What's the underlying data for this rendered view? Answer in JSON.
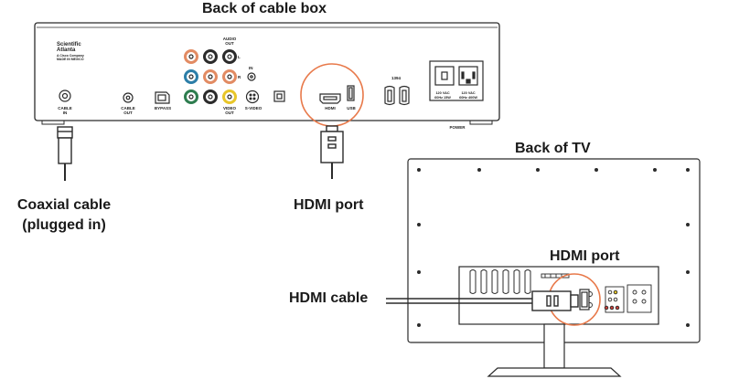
{
  "titles": {
    "box": "Back of cable box",
    "tv": "Back of TV"
  },
  "labels": {
    "coaxial_line1": "Coaxial cable",
    "coaxial_line2": "(plugged in)",
    "hdmi_port_box": "HDMI port",
    "hdmi_port_tv": "HDMI port",
    "hdmi_cable": "HDMI cable"
  },
  "box_panel": {
    "brand": [
      "Scientific",
      "Atlanta"
    ],
    "brand_sub": [
      "A Cisco Company",
      "MADE IN MEXICO"
    ],
    "ports": {
      "cable_in": "CABLE IN",
      "cable_out": "CABLE OUT",
      "bypass": "BYPASS",
      "audio_out": "AUDIO OUT",
      "audio_l": "L",
      "audio_r": "R",
      "in": "IN",
      "video_out": "VIDEO OUT",
      "s_video": "S-VIDEO",
      "hdmi": "HDMI",
      "usb": "USB",
      "ieee1394": "1394",
      "power_left": [
        "120 VAC",
        "60Hz 15W"
      ],
      "power_right": [
        "120 VAC",
        "60Hz 400W"
      ],
      "power": "POWER"
    }
  },
  "colors": {
    "outline": "#2b2b2b",
    "highlight_circle": "#e8794a",
    "cable": "#2b2b2b"
  }
}
